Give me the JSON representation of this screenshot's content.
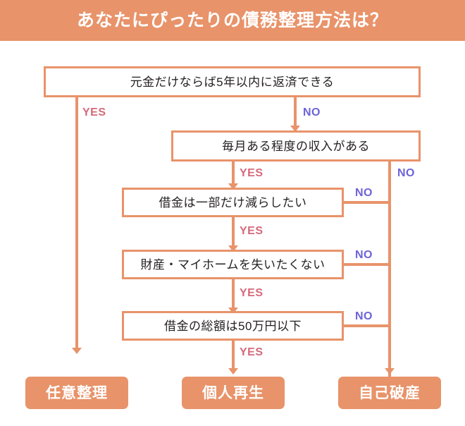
{
  "header": {
    "title": "あなたにぴったりの債務整理方法は？",
    "background_color": "#e8936a",
    "text_color": "#ffffff"
  },
  "theme": {
    "accent_color": "#e8936a",
    "yes_color": "#d4697b",
    "no_color": "#6c63d8",
    "box_text_color": "#231f20",
    "page_background": "#ffffff"
  },
  "questions": [
    {
      "id": "q1",
      "text": "元金だけならば5年以内に返済できる"
    },
    {
      "id": "q2",
      "text": "毎月ある程度の収入がある"
    },
    {
      "id": "q3",
      "text": "借金は一部だけ減らしたい"
    },
    {
      "id": "q4",
      "text": "財産・マイホームを失いたくない"
    },
    {
      "id": "q5",
      "text": "借金の総額は50万円以下"
    }
  ],
  "branch_labels": {
    "q1_yes": "YES",
    "q1_no": "NO",
    "q2_yes": "YES",
    "q2_no": "NO",
    "q3_yes": "YES",
    "q3_no": "NO",
    "q4_yes": "YES",
    "q4_no": "NO",
    "q5_yes": "YES",
    "q5_no": "NO"
  },
  "results": [
    {
      "id": "r1",
      "text": "任意整理"
    },
    {
      "id": "r2",
      "text": "個人再生"
    },
    {
      "id": "r3",
      "text": "自己破産"
    }
  ],
  "flow": {
    "q1_yes_to": "任意整理",
    "q1_no_to": "毎月ある程度の収入がある",
    "q2_yes_to": "借金は一部だけ減らしたい",
    "q2_no_to": "自己破産",
    "q3_yes_to": "財産・マイホームを失いたくない",
    "q3_no_to": "自己破産",
    "q4_yes_to": "借金の総額は50万円以下",
    "q4_no_to": "自己破産",
    "q5_yes_to": "個人再生",
    "q5_no_to": "自己破産"
  }
}
